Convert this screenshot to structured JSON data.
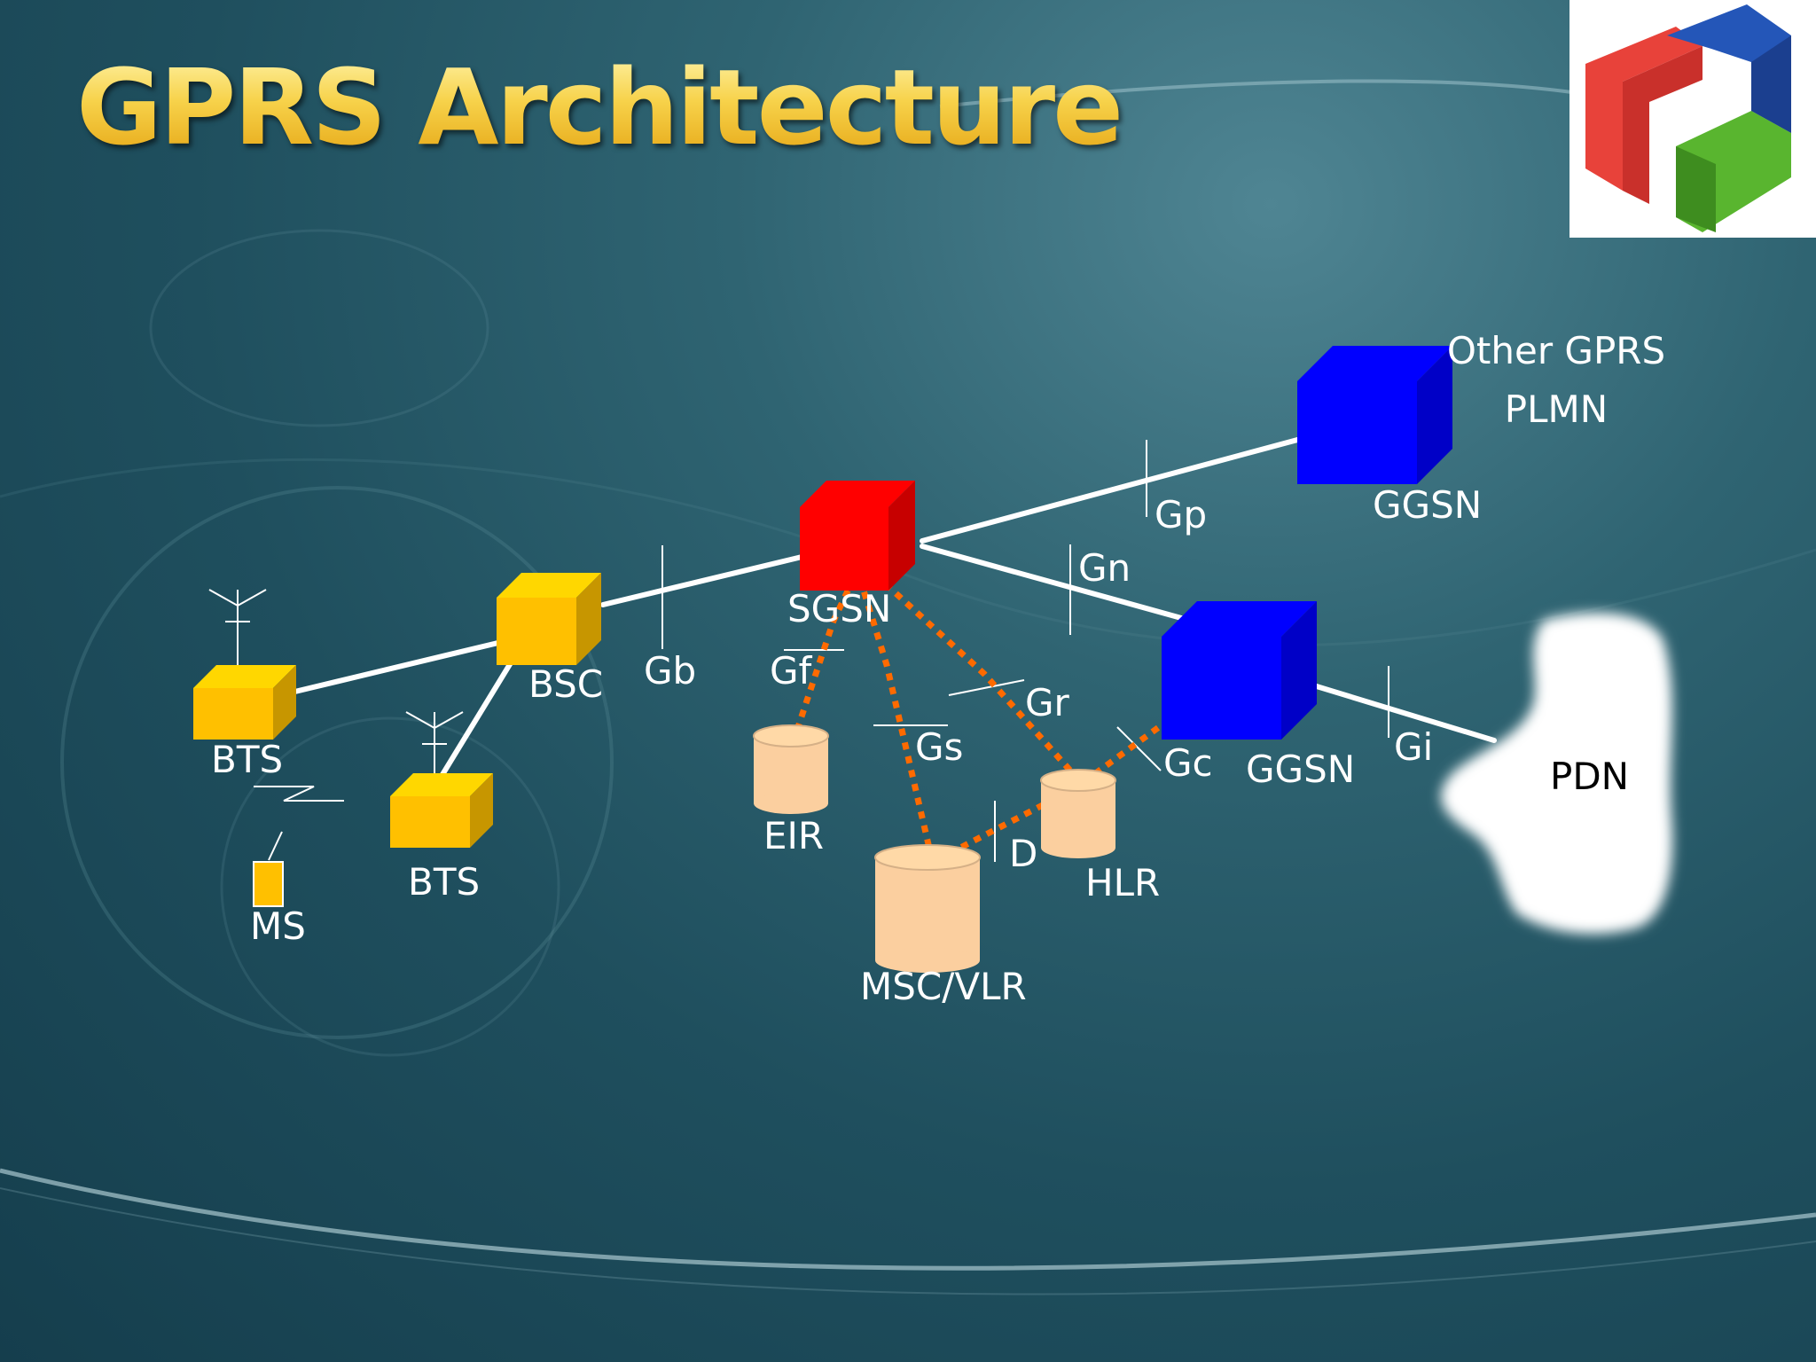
{
  "title": "GPRS Architecture",
  "nodes": {
    "bts_1": "BTS",
    "bts_2": "BTS",
    "ms": "MS",
    "bsc": "BSC",
    "sgsn": "SGSN",
    "eir": "EIR",
    "msc_vlr": "MSC/VLR",
    "hlr": "HLR",
    "ggsn_home": "GGSN",
    "ggsn_other": "GGSN",
    "other_plmn_line1": "Other GPRS",
    "other_plmn_line2": "PLMN",
    "pdn": "PDN"
  },
  "interfaces": {
    "gb": "Gb",
    "gf": "Gf",
    "gs": "Gs",
    "gr": "Gr",
    "gc": "Gc",
    "d": "D",
    "gn": "Gn",
    "gp": "Gp",
    "gi": "Gi"
  },
  "colors": {
    "gsm_node": "#ffc000",
    "sgsn": "#ff0000",
    "ggsn": "#0000ff",
    "database": "#fbcf9f",
    "signaling": "#ff6a00",
    "link": "#ffffff",
    "title": "#f3c432"
  },
  "icons": [
    "antenna-icon",
    "radio-link-icon",
    "logo-icon"
  ]
}
